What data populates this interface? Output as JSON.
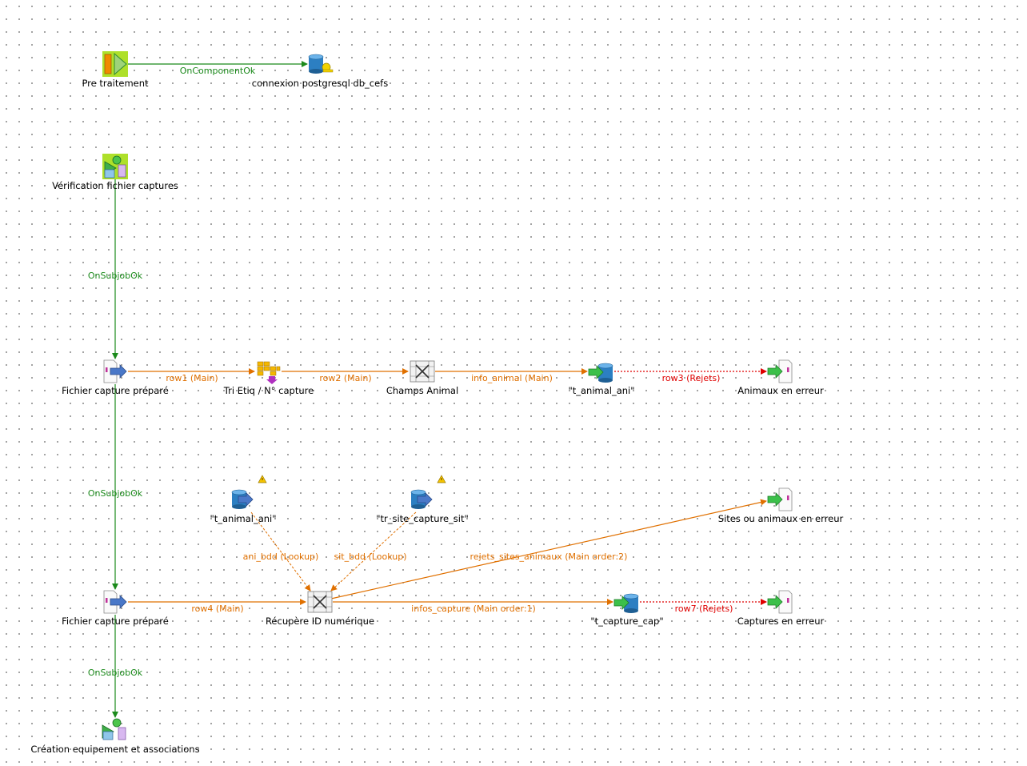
{
  "colors": {
    "trigger": "#1b8a1b",
    "main": "#e07000",
    "reject": "#e00000",
    "lookup": "#e07000"
  },
  "components": [
    {
      "id": "pretraitement",
      "label": "Pre traitement",
      "icon": "prejob-icon"
    },
    {
      "id": "connexion",
      "label": "connexion postgresql db_cefs",
      "icon": "db-connection-icon"
    },
    {
      "id": "verification",
      "label": "Vérification fichier captures",
      "icon": "run-job-icon"
    },
    {
      "id": "fichier1",
      "label": "Fichier capture préparé",
      "icon": "file-input-icon"
    },
    {
      "id": "tri",
      "label": "Tri Etiq / N° capture",
      "icon": "sort-row-icon"
    },
    {
      "id": "champs",
      "label": "Champs Animal",
      "icon": "tmap-icon"
    },
    {
      "id": "t_animal_out",
      "label": "\"t_animal_ani\"",
      "icon": "db-output-icon"
    },
    {
      "id": "animaux_err",
      "label": "Animaux en erreur",
      "icon": "file-output-icon"
    },
    {
      "id": "t_animal_in",
      "label": "\"t_animal_ani\"",
      "icon": "db-input-icon"
    },
    {
      "id": "tr_site",
      "label": "\"tr_site_capture_sit\"",
      "icon": "db-input-icon"
    },
    {
      "id": "sites_err",
      "label": "Sites ou animaux en erreur",
      "icon": "file-output-icon"
    },
    {
      "id": "fichier2",
      "label": "Fichier capture préparé",
      "icon": "file-input-icon"
    },
    {
      "id": "recupere",
      "label": "Récupère ID numérique",
      "icon": "tmap-icon"
    },
    {
      "id": "t_capture",
      "label": "\"t_capture_cap\"",
      "icon": "db-output-icon"
    },
    {
      "id": "captures_err",
      "label": "Captures en erreur",
      "icon": "file-output-icon"
    },
    {
      "id": "creation",
      "label": "Création equipement et associations",
      "icon": "run-job-icon"
    }
  ],
  "links": [
    {
      "id": "l1",
      "label": "OnComponentOk",
      "kind": "trigger"
    },
    {
      "id": "l2",
      "label": "OnSubjobOk",
      "kind": "trigger"
    },
    {
      "id": "l3",
      "label": "row1 (Main)",
      "kind": "main"
    },
    {
      "id": "l4",
      "label": "row2 (Main)",
      "kind": "main"
    },
    {
      "id": "l5",
      "label": "info_animal (Main)",
      "kind": "main"
    },
    {
      "id": "l6",
      "label": "row3 (Rejets)",
      "kind": "reject"
    },
    {
      "id": "l7",
      "label": "OnSubjobOk",
      "kind": "trigger"
    },
    {
      "id": "l8",
      "label": "ani_bdd (Lookup)",
      "kind": "lookup"
    },
    {
      "id": "l9",
      "label": "sit_bdd (Lookup)",
      "kind": "lookup"
    },
    {
      "id": "l10",
      "label": "rejets_sites_animaux (Main order:2)",
      "kind": "main"
    },
    {
      "id": "l11",
      "label": "row4 (Main)",
      "kind": "main"
    },
    {
      "id": "l12",
      "label": "infos_capture (Main order:1)",
      "kind": "main"
    },
    {
      "id": "l13",
      "label": "row7 (Rejets)",
      "kind": "reject"
    },
    {
      "id": "l14",
      "label": "OnSubjobOk",
      "kind": "trigger"
    }
  ]
}
